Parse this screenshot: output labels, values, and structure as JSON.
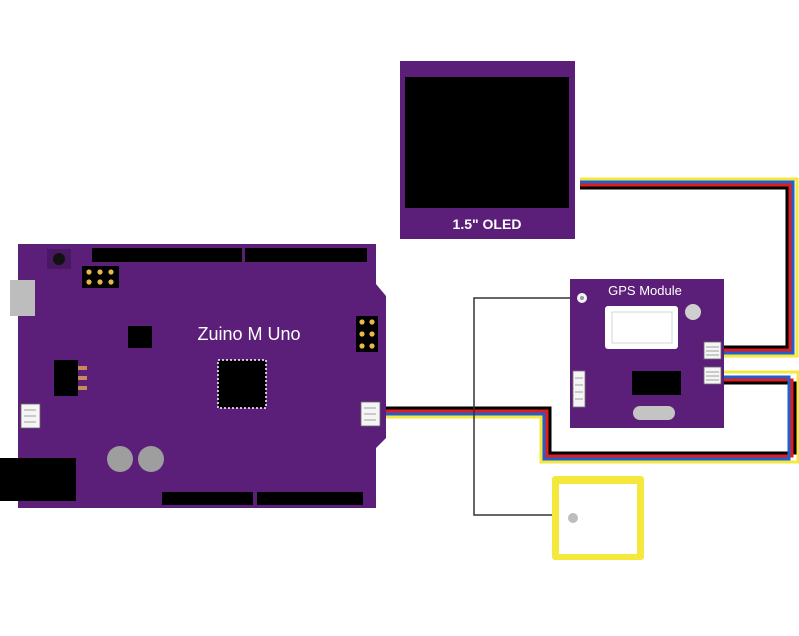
{
  "labels": {
    "uno": "Zuino M Uno",
    "oled": "1.5\" OLED",
    "gps": "GPS Module"
  },
  "colors": {
    "board_purple": "#5c1f79",
    "board_dark": "#4a1862",
    "header_black": "#000000",
    "connector_white": "#f5f5f5",
    "pin_gold": "#e8b84a",
    "pin_brown": "#c98a5a",
    "usb_gray": "#bdbdbd",
    "cap_gray": "#9e9e9e",
    "antenna_yellow": "#f5e83c",
    "wire_black": "#000000",
    "wire_red": "#e01e1e",
    "wire_blue": "#1f5fd0",
    "wire_yellow": "#f5e83c",
    "antenna_wire": "#333333"
  },
  "components": [
    {
      "name": "zuino-m-uno",
      "label_key": "uno"
    },
    {
      "name": "oled-display",
      "label_key": "oled"
    },
    {
      "name": "gps-module",
      "label_key": "gps"
    },
    {
      "name": "gps-antenna"
    }
  ],
  "connections": [
    {
      "from": "zuino-m-uno",
      "to": "gps-module",
      "wires": [
        "black",
        "red",
        "blue",
        "yellow"
      ]
    },
    {
      "from": "oled-display",
      "to": "gps-module",
      "wires": [
        "black",
        "red",
        "blue",
        "yellow"
      ]
    },
    {
      "from": "gps-antenna",
      "to": "gps-module",
      "wires": [
        "antenna"
      ]
    }
  ]
}
